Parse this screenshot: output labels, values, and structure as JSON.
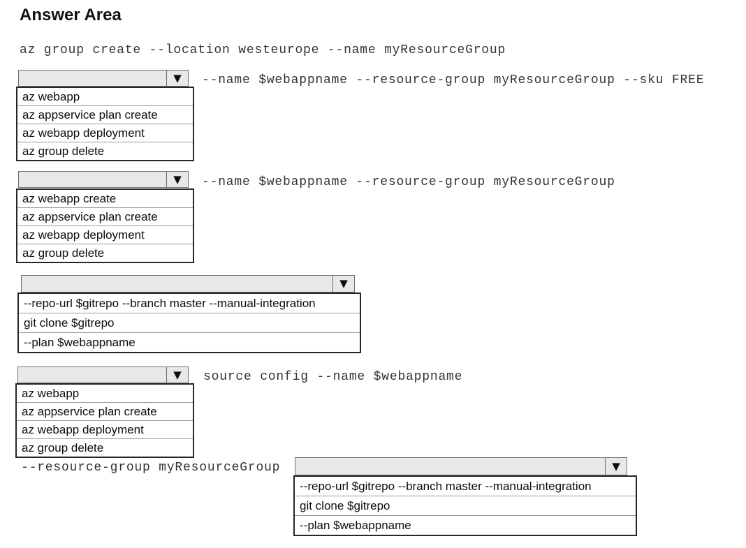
{
  "title": "Answer Area",
  "intro_command": "az group create --location westeurope --name myResourceGroup",
  "glyphs": {
    "dropdown_arrow": "▼"
  },
  "colors": {
    "select_bg": "#e8e8e8",
    "select_border": "#6f6f6f",
    "list_border": "#262626",
    "row_divider": "#9a9a9a",
    "text": "#0d0d0d",
    "mono_text": "#333333"
  },
  "groups": [
    {
      "selected": "",
      "prefix": "",
      "suffix": "--name $webappname --resource-group myResourceGroup --sku FREE",
      "options": [
        "az webapp",
        "az appservice plan create",
        "az webapp deployment",
        "az group delete"
      ]
    },
    {
      "selected": "",
      "prefix": "",
      "suffix": "--name $webappname --resource-group myResourceGroup",
      "options": [
        "az webapp create",
        "az appservice plan create",
        "az webapp deployment",
        "az group delete"
      ]
    },
    {
      "selected": "",
      "prefix": "",
      "suffix": "",
      "options": [
        "--repo-url $gitrepo --branch master --manual-integration",
        "git clone $gitrepo",
        "--plan $webappname"
      ]
    },
    {
      "selected": "",
      "prefix": "",
      "suffix": "source config --name $webappname",
      "options": [
        "az webapp",
        "az appservice plan create",
        "az webapp deployment",
        "az group delete"
      ]
    },
    {
      "selected": "",
      "prefix": "--resource-group myResourceGroup",
      "suffix": "",
      "options": [
        "--repo-url $gitrepo --branch master --manual-integration",
        "git clone $gitrepo",
        "--plan $webappname"
      ]
    }
  ]
}
